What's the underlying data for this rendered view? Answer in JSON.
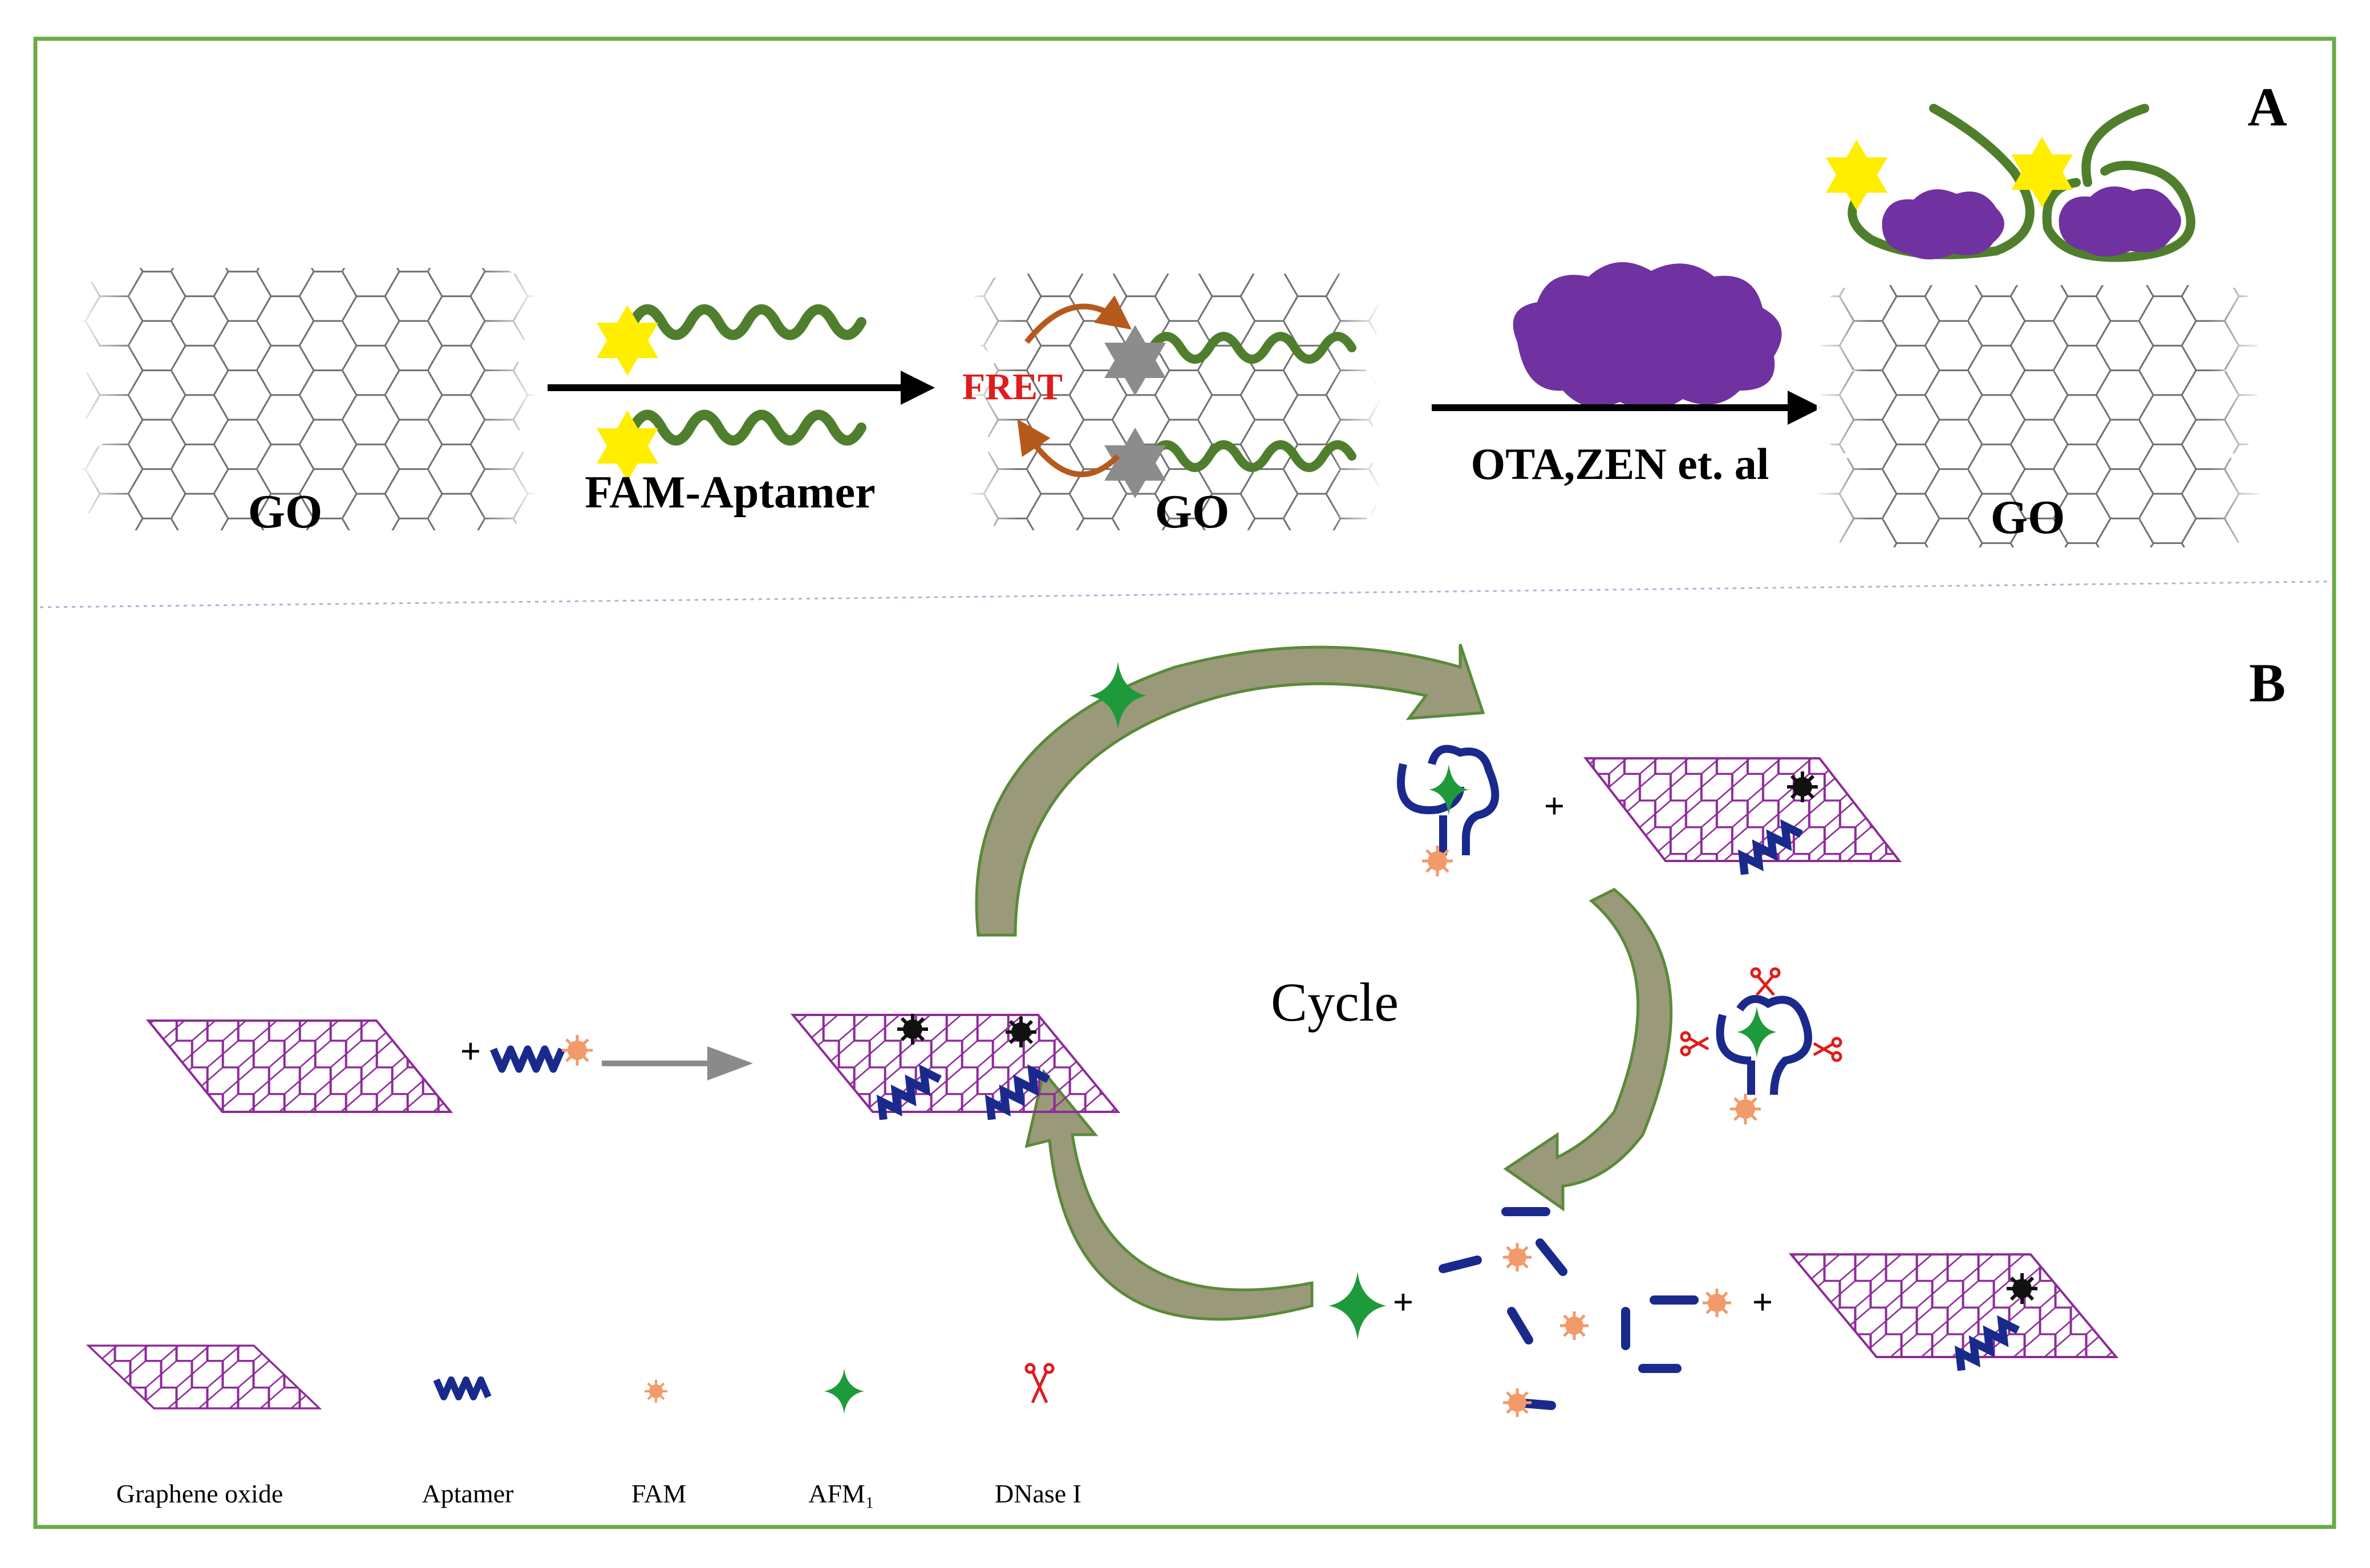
{
  "panel_a": {
    "letter": "A",
    "go_label_1": "GO",
    "go_label_2": "GO",
    "go_label_3": "GO",
    "reagent_label": "FAM-Aptamer",
    "fret_label": "FRET",
    "target_label": "OTA,ZEN et. al"
  },
  "panel_b": {
    "letter": "B",
    "cycle_label": "Cycle",
    "plus": "+"
  },
  "legend": [
    {
      "label": "Graphene oxide",
      "icon": "graphene-oxide-icon"
    },
    {
      "label": "Aptamer",
      "icon": "aptamer-icon"
    },
    {
      "label": "FAM",
      "icon": "fam-icon"
    },
    {
      "label": "AFM₁",
      "icon": "afm1-icon"
    },
    {
      "label": "DNase I",
      "icon": "dnase-icon"
    }
  ],
  "colors": {
    "frame_green": "#6aaa48",
    "divider_blue": "#9fb8d8",
    "strand_green": "#4f7f2d",
    "fam_yellow": "#ffee00",
    "quenched_gray": "#8c8c8c",
    "fret_arrow": "#b55a1c",
    "fret_text": "#e01b1b",
    "target_purple": "#7032a0",
    "lattice_purple": "#8e2b9a",
    "aptamer_blue": "#1a2a8c",
    "fam_orange": "#f29a6a",
    "afm_green": "#1f9a3a",
    "cycle_arrow": "#9a9a7a",
    "cycle_arrow_edge": "#5b8a3a",
    "scissor_red": "#e01b1b"
  }
}
